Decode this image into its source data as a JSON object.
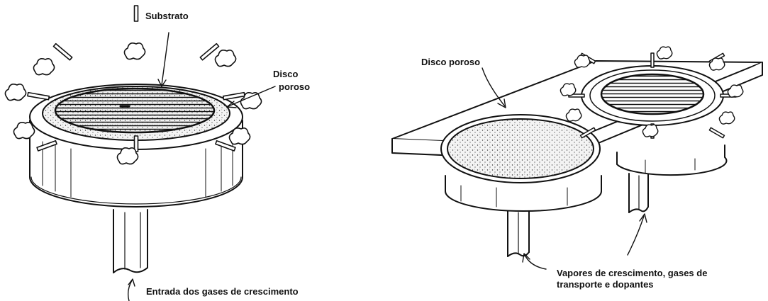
{
  "left_figure": {
    "substrate_label": "Substrato",
    "porous_disk_label_line1": "Disco",
    "porous_disk_label_line2": "poroso",
    "gas_inlet_label": "Entrada dos gases de crescimento"
  },
  "right_figure": {
    "porous_disk_label": "Disco poroso",
    "vapors_label_line1": "Vapores de crescimento, gases de",
    "vapors_label_line2": "transporte e dopantes"
  },
  "colors": {
    "ink": "#111111",
    "paper": "#ffffff",
    "porous_fill": "#e6e6e6"
  }
}
